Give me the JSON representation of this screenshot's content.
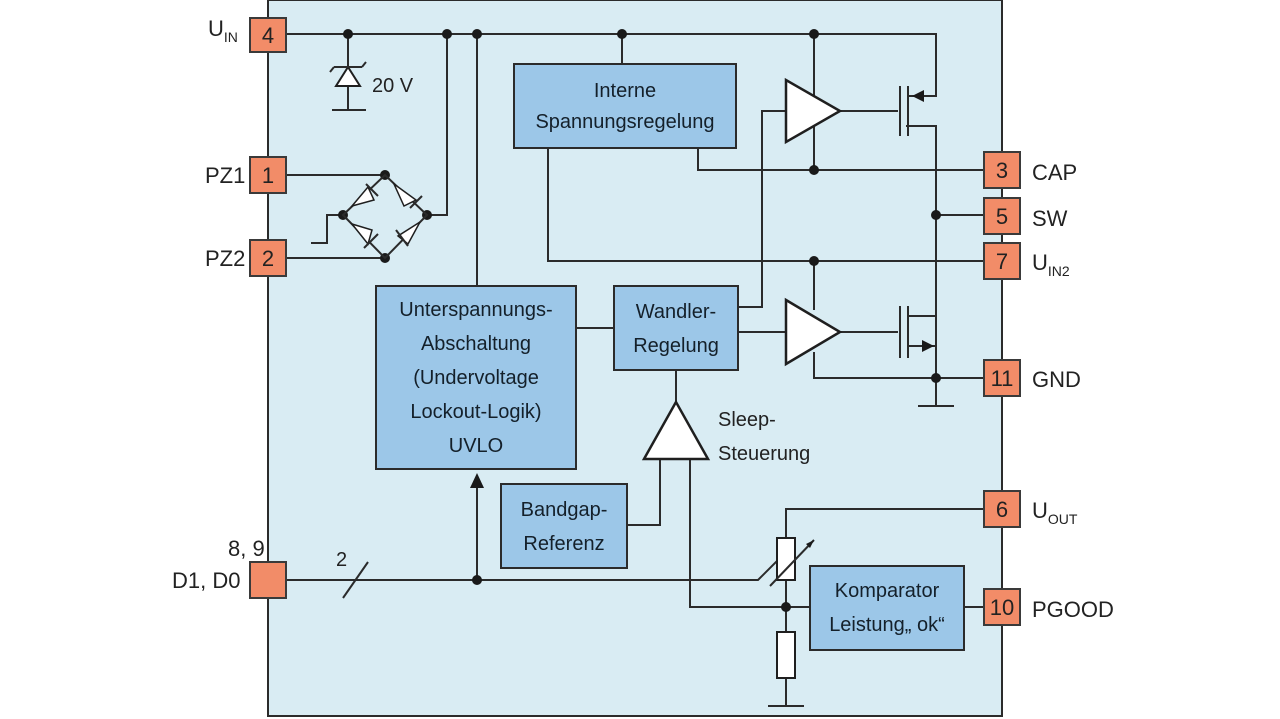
{
  "diagram": {
    "pins": {
      "uin": {
        "number": "4",
        "label": "U",
        "sub": "IN"
      },
      "pz1": {
        "number": "1",
        "label": "PZ1"
      },
      "pz2": {
        "number": "2",
        "label": "PZ2"
      },
      "d1d0": {
        "number_top": "8, 9",
        "label": "D1, D0"
      },
      "cap": {
        "number": "3",
        "label": "CAP"
      },
      "sw": {
        "number": "5",
        "label": "SW"
      },
      "uin2": {
        "number": "7",
        "label": "U",
        "sub": "IN2"
      },
      "gnd": {
        "number": "11",
        "label": "GND"
      },
      "uout": {
        "number": "6",
        "label": "U",
        "sub": "OUT"
      },
      "pgood": {
        "number": "10",
        "label": "PGOOD"
      }
    },
    "zener_label": "20 V",
    "bus_width_label": "2",
    "blocks": {
      "internal_regulation": [
        "Interne",
        "Spannungsregelung"
      ],
      "uvlo": [
        "Unterspannungs-",
        "Abschaltung",
        "(Undervoltage",
        "Lockout-Logik)",
        "UVLO"
      ],
      "converter_control": [
        "Wandler-",
        "Regelung"
      ],
      "bandgap": [
        "Bandgap-",
        "Referenz"
      ],
      "comparator": [
        "Komparator",
        "Leistung„ ok“"
      ]
    },
    "sleep_label": [
      "Sleep-",
      "Steuerung"
    ],
    "colors": {
      "chip_background": "#d9ecf3",
      "block_fill": "#9cc7e8",
      "pin_fill": "#f28c68"
    }
  }
}
